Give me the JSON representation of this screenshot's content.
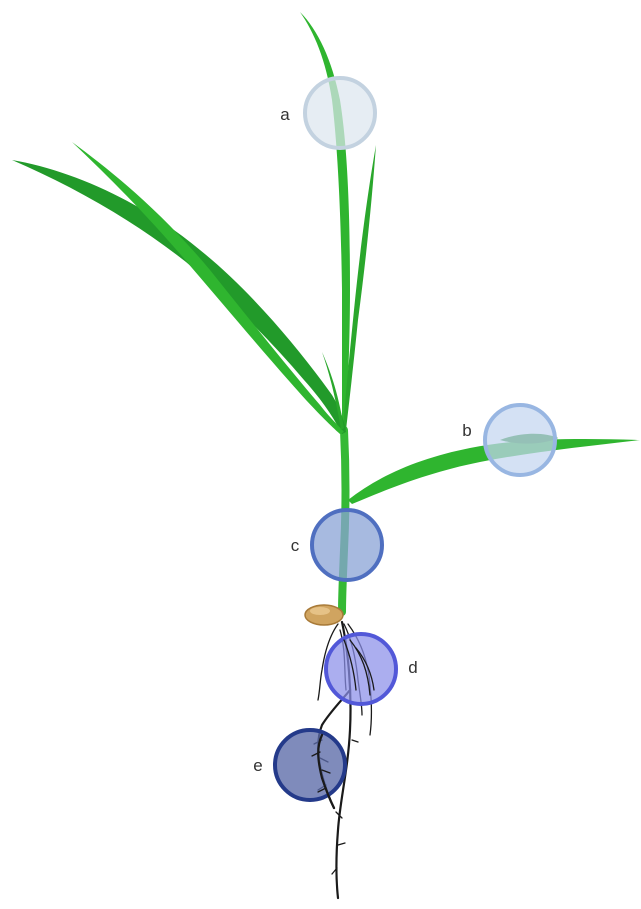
{
  "diagram": {
    "subject": "plant-seedling",
    "markers": [
      {
        "id": "a",
        "label": "a",
        "fill": "#dde6ef",
        "stroke": "#c3d2e0",
        "part": "leaf-tip"
      },
      {
        "id": "b",
        "label": "b",
        "fill": "#c4d6f0",
        "stroke": "#98b6e2",
        "part": "leaf-blade"
      },
      {
        "id": "c",
        "label": "c",
        "fill": "#8aa3d6",
        "stroke": "#4f6fc0",
        "part": "stem-base"
      },
      {
        "id": "d",
        "label": "d",
        "fill": "#8b8fe9",
        "stroke": "#5258d8",
        "part": "upper-roots"
      },
      {
        "id": "e",
        "label": "e",
        "fill": "#5b6aa8",
        "stroke": "#243a8a",
        "part": "lower-root"
      }
    ],
    "colors": {
      "leaf": "#2fb52f",
      "leaf_dark": "#1f8a25",
      "stem": "#35b935",
      "seed": "#d0a460",
      "root": "#1a1a1a"
    }
  }
}
